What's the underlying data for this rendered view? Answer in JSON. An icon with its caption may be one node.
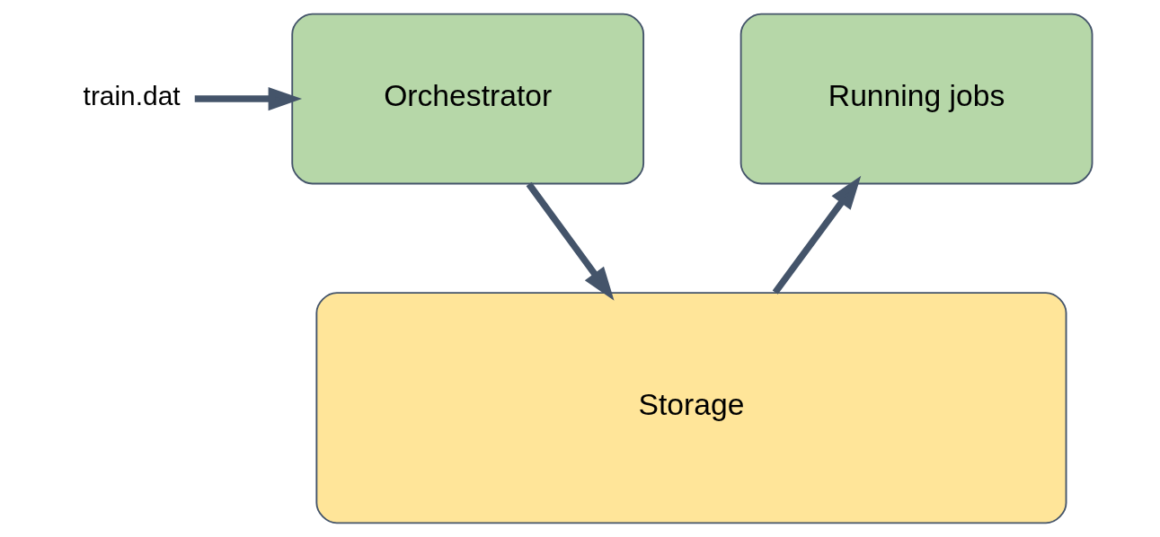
{
  "diagram": {
    "nodes": [
      {
        "text": [
          "train.dat"
        ]
      },
      {
        "text": [
          "Orchestrator"
        ]
      },
      {
        "text": [
          "Running jobs"
        ]
      },
      {
        "text": [
          "Storage"
        ]
      }
    ],
    "edges": [
      {
        "from": 0,
        "to": 1,
        "arrow": "to"
      },
      {
        "from": 1,
        "to": 3,
        "arrow": "to"
      },
      {
        "from": 3,
        "to": 2,
        "arrow": "to"
      }
    ]
  }
}
